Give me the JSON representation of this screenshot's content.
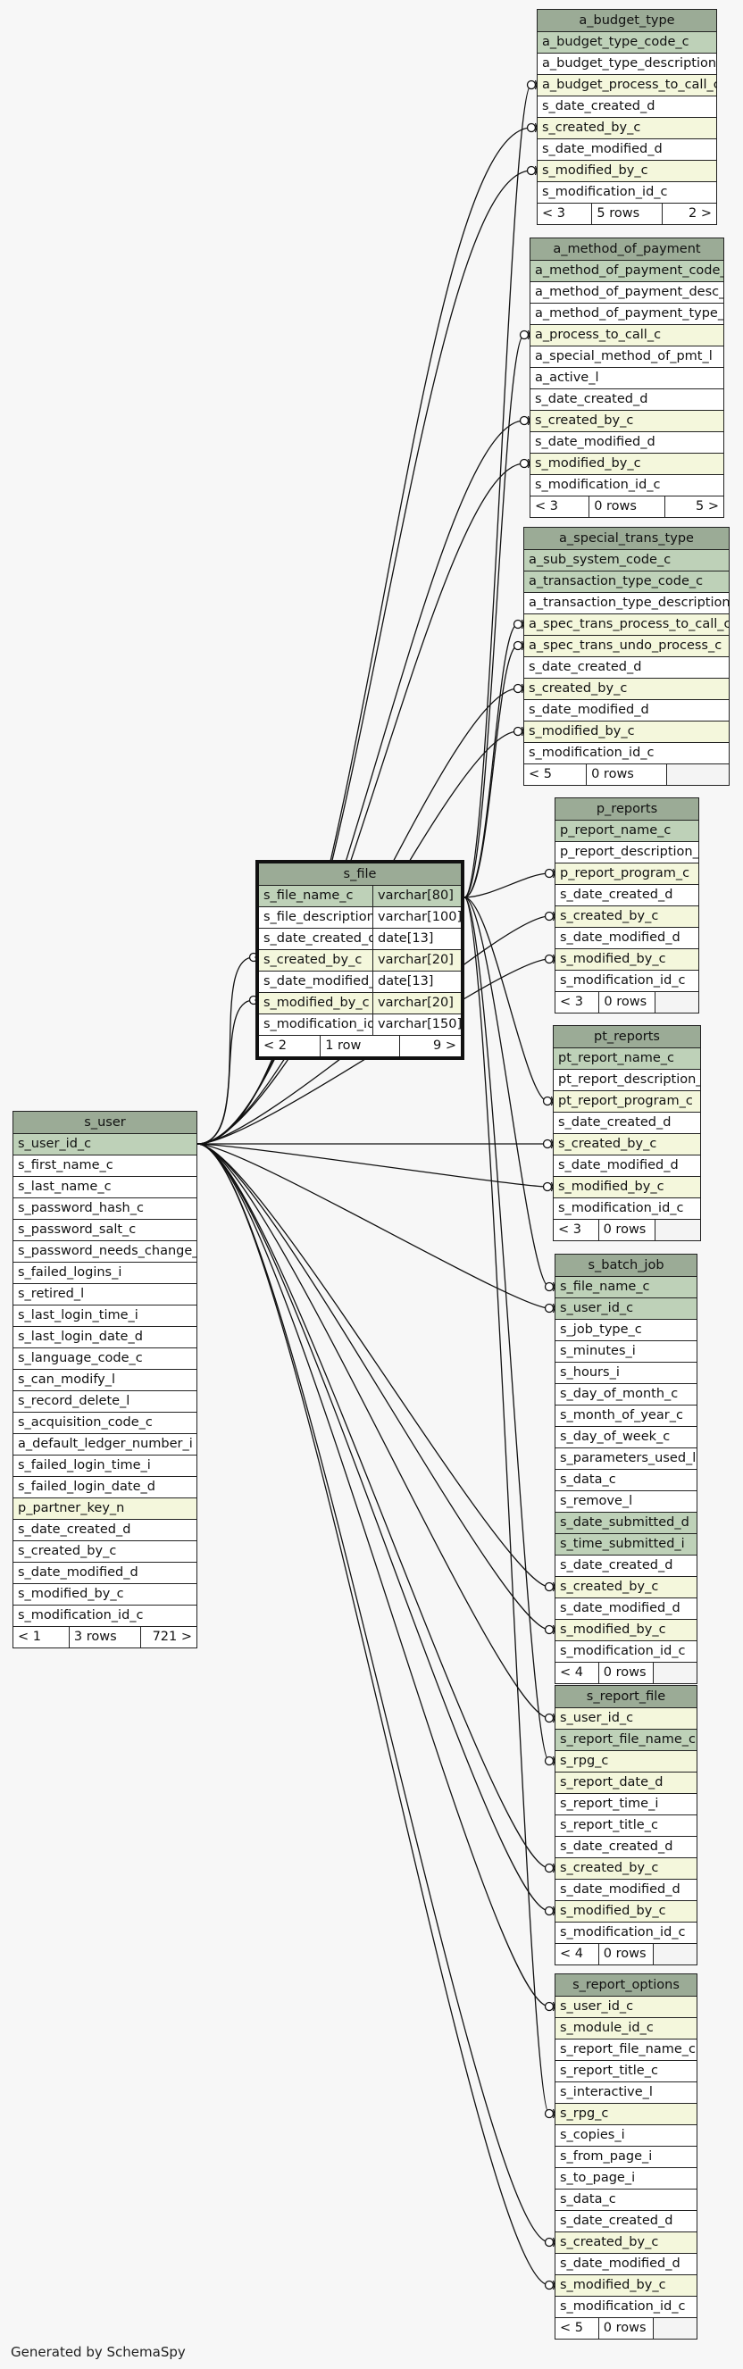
{
  "footer": {
    "generated_by": "Generated by SchemaSpy"
  },
  "tables": [
    {
      "id": "a_budget_type",
      "title": "a_budget_type",
      "rows": [
        {
          "name": "a_budget_type_code_c",
          "kind": "pk"
        },
        {
          "name": "a_budget_type_description_c",
          "kind": "plain"
        },
        {
          "name": "a_budget_process_to_call_c",
          "kind": "fk"
        },
        {
          "name": "s_date_created_d",
          "kind": "plain"
        },
        {
          "name": "s_created_by_c",
          "kind": "fk"
        },
        {
          "name": "s_date_modified_d",
          "kind": "plain"
        },
        {
          "name": "s_modified_by_c",
          "kind": "fk"
        },
        {
          "name": "s_modification_id_c",
          "kind": "plain"
        }
      ],
      "footer": [
        "< 3",
        "5 rows",
        "2 >"
      ]
    },
    {
      "id": "a_method_of_payment",
      "title": "a_method_of_payment",
      "rows": [
        {
          "name": "a_method_of_payment_code_c",
          "kind": "pk"
        },
        {
          "name": "a_method_of_payment_desc_c",
          "kind": "plain"
        },
        {
          "name": "a_method_of_payment_type_c",
          "kind": "plain"
        },
        {
          "name": "a_process_to_call_c",
          "kind": "fk"
        },
        {
          "name": "a_special_method_of_pmt_l",
          "kind": "plain"
        },
        {
          "name": "a_active_l",
          "kind": "plain"
        },
        {
          "name": "s_date_created_d",
          "kind": "plain"
        },
        {
          "name": "s_created_by_c",
          "kind": "fk"
        },
        {
          "name": "s_date_modified_d",
          "kind": "plain"
        },
        {
          "name": "s_modified_by_c",
          "kind": "fk"
        },
        {
          "name": "s_modification_id_c",
          "kind": "plain"
        }
      ],
      "footer": [
        "< 3",
        "0 rows",
        "5 >"
      ]
    },
    {
      "id": "a_special_trans_type",
      "title": "a_special_trans_type",
      "rows": [
        {
          "name": "a_sub_system_code_c",
          "kind": "pk"
        },
        {
          "name": "a_transaction_type_code_c",
          "kind": "pk"
        },
        {
          "name": "a_transaction_type_description_c",
          "kind": "plain"
        },
        {
          "name": "a_spec_trans_process_to_call_c",
          "kind": "fk"
        },
        {
          "name": "a_spec_trans_undo_process_c",
          "kind": "fk"
        },
        {
          "name": "s_date_created_d",
          "kind": "plain"
        },
        {
          "name": "s_created_by_c",
          "kind": "fk"
        },
        {
          "name": "s_date_modified_d",
          "kind": "plain"
        },
        {
          "name": "s_modified_by_c",
          "kind": "fk"
        },
        {
          "name": "s_modification_id_c",
          "kind": "plain"
        }
      ],
      "footer": [
        "< 5",
        "0 rows",
        ""
      ]
    },
    {
      "id": "p_reports",
      "title": "p_reports",
      "rows": [
        {
          "name": "p_report_name_c",
          "kind": "pk"
        },
        {
          "name": "p_report_description_c",
          "kind": "plain"
        },
        {
          "name": "p_report_program_c",
          "kind": "fk"
        },
        {
          "name": "s_date_created_d",
          "kind": "plain"
        },
        {
          "name": "s_created_by_c",
          "kind": "fk"
        },
        {
          "name": "s_date_modified_d",
          "kind": "plain"
        },
        {
          "name": "s_modified_by_c",
          "kind": "fk"
        },
        {
          "name": "s_modification_id_c",
          "kind": "plain"
        }
      ],
      "footer": [
        "< 3",
        "0 rows",
        ""
      ]
    },
    {
      "id": "s_file",
      "title": "s_file",
      "selected": true,
      "rows": [
        {
          "name": "s_file_name_c",
          "type": "varchar[80]",
          "kind": "pk"
        },
        {
          "name": "s_file_description_c",
          "type": "varchar[100]",
          "kind": "plain"
        },
        {
          "name": "s_date_created_d",
          "type": "date[13]",
          "kind": "plain"
        },
        {
          "name": "s_created_by_c",
          "type": "varchar[20]",
          "kind": "fk"
        },
        {
          "name": "s_date_modified_d",
          "type": "date[13]",
          "kind": "plain"
        },
        {
          "name": "s_modified_by_c",
          "type": "varchar[20]",
          "kind": "fk"
        },
        {
          "name": "s_modification_id_c",
          "type": "varchar[150]",
          "kind": "plain"
        }
      ],
      "footer": [
        "< 2",
        "1 row",
        "9 >"
      ]
    },
    {
      "id": "pt_reports",
      "title": "pt_reports",
      "rows": [
        {
          "name": "pt_report_name_c",
          "kind": "pk"
        },
        {
          "name": "pt_report_description_c",
          "kind": "plain"
        },
        {
          "name": "pt_report_program_c",
          "kind": "fk"
        },
        {
          "name": "s_date_created_d",
          "kind": "plain"
        },
        {
          "name": "s_created_by_c",
          "kind": "fk"
        },
        {
          "name": "s_date_modified_d",
          "kind": "plain"
        },
        {
          "name": "s_modified_by_c",
          "kind": "fk"
        },
        {
          "name": "s_modification_id_c",
          "kind": "plain"
        }
      ],
      "footer": [
        "< 3",
        "0 rows",
        ""
      ]
    },
    {
      "id": "s_user",
      "title": "s_user",
      "rows": [
        {
          "name": "s_user_id_c",
          "kind": "pk"
        },
        {
          "name": "s_first_name_c",
          "kind": "plain"
        },
        {
          "name": "s_last_name_c",
          "kind": "plain"
        },
        {
          "name": "s_password_hash_c",
          "kind": "plain"
        },
        {
          "name": "s_password_salt_c",
          "kind": "plain"
        },
        {
          "name": "s_password_needs_change_l",
          "kind": "plain"
        },
        {
          "name": "s_failed_logins_i",
          "kind": "plain"
        },
        {
          "name": "s_retired_l",
          "kind": "plain"
        },
        {
          "name": "s_last_login_time_i",
          "kind": "plain"
        },
        {
          "name": "s_last_login_date_d",
          "kind": "plain"
        },
        {
          "name": "s_language_code_c",
          "kind": "plain"
        },
        {
          "name": "s_can_modify_l",
          "kind": "plain"
        },
        {
          "name": "s_record_delete_l",
          "kind": "plain"
        },
        {
          "name": "s_acquisition_code_c",
          "kind": "plain"
        },
        {
          "name": "a_default_ledger_number_i",
          "kind": "plain"
        },
        {
          "name": "s_failed_login_time_i",
          "kind": "plain"
        },
        {
          "name": "s_failed_login_date_d",
          "kind": "plain"
        },
        {
          "name": "p_partner_key_n",
          "kind": "fk"
        },
        {
          "name": "s_date_created_d",
          "kind": "plain"
        },
        {
          "name": "s_created_by_c",
          "kind": "plain"
        },
        {
          "name": "s_date_modified_d",
          "kind": "plain"
        },
        {
          "name": "s_modified_by_c",
          "kind": "plain"
        },
        {
          "name": "s_modification_id_c",
          "kind": "plain"
        }
      ],
      "footer": [
        "< 1",
        "3 rows",
        "721 >"
      ]
    },
    {
      "id": "s_batch_job",
      "title": "s_batch_job",
      "rows": [
        {
          "name": "s_file_name_c",
          "kind": "pk"
        },
        {
          "name": "s_user_id_c",
          "kind": "pk"
        },
        {
          "name": "s_job_type_c",
          "kind": "plain"
        },
        {
          "name": "s_minutes_i",
          "kind": "plain"
        },
        {
          "name": "s_hours_i",
          "kind": "plain"
        },
        {
          "name": "s_day_of_month_c",
          "kind": "plain"
        },
        {
          "name": "s_month_of_year_c",
          "kind": "plain"
        },
        {
          "name": "s_day_of_week_c",
          "kind": "plain"
        },
        {
          "name": "s_parameters_used_l",
          "kind": "plain"
        },
        {
          "name": "s_data_c",
          "kind": "plain"
        },
        {
          "name": "s_remove_l",
          "kind": "plain"
        },
        {
          "name": "s_date_submitted_d",
          "kind": "pk"
        },
        {
          "name": "s_time_submitted_i",
          "kind": "pk"
        },
        {
          "name": "s_date_created_d",
          "kind": "plain"
        },
        {
          "name": "s_created_by_c",
          "kind": "fk"
        },
        {
          "name": "s_date_modified_d",
          "kind": "plain"
        },
        {
          "name": "s_modified_by_c",
          "kind": "fk"
        },
        {
          "name": "s_modification_id_c",
          "kind": "plain"
        }
      ],
      "footer": [
        "< 4",
        "0 rows",
        ""
      ]
    },
    {
      "id": "s_report_file",
      "title": "s_report_file",
      "rows": [
        {
          "name": "s_user_id_c",
          "kind": "fk"
        },
        {
          "name": "s_report_file_name_c",
          "kind": "pk"
        },
        {
          "name": "s_rpg_c",
          "kind": "fk"
        },
        {
          "name": "s_report_date_d",
          "kind": "fk"
        },
        {
          "name": "s_report_time_i",
          "kind": "plain"
        },
        {
          "name": "s_report_title_c",
          "kind": "plain"
        },
        {
          "name": "s_date_created_d",
          "kind": "plain"
        },
        {
          "name": "s_created_by_c",
          "kind": "fk"
        },
        {
          "name": "s_date_modified_d",
          "kind": "plain"
        },
        {
          "name": "s_modified_by_c",
          "kind": "fk"
        },
        {
          "name": "s_modification_id_c",
          "kind": "plain"
        }
      ],
      "footer": [
        "< 4",
        "0 rows",
        ""
      ]
    },
    {
      "id": "s_report_options",
      "title": "s_report_options",
      "rows": [
        {
          "name": "s_user_id_c",
          "kind": "fk"
        },
        {
          "name": "s_module_id_c",
          "kind": "fk"
        },
        {
          "name": "s_report_file_name_c",
          "kind": "plain"
        },
        {
          "name": "s_report_title_c",
          "kind": "plain"
        },
        {
          "name": "s_interactive_l",
          "kind": "plain"
        },
        {
          "name": "s_rpg_c",
          "kind": "fk"
        },
        {
          "name": "s_copies_i",
          "kind": "plain"
        },
        {
          "name": "s_from_page_i",
          "kind": "plain"
        },
        {
          "name": "s_to_page_i",
          "kind": "plain"
        },
        {
          "name": "s_data_c",
          "kind": "plain"
        },
        {
          "name": "s_date_created_d",
          "kind": "plain"
        },
        {
          "name": "s_created_by_c",
          "kind": "fk"
        },
        {
          "name": "s_date_modified_d",
          "kind": "plain"
        },
        {
          "name": "s_modified_by_c",
          "kind": "fk"
        },
        {
          "name": "s_modification_id_c",
          "kind": "plain"
        }
      ],
      "footer": [
        "< 5",
        "0 rows",
        ""
      ]
    }
  ],
  "relationships": [
    {
      "from": "s_file",
      "from_row": 0,
      "to": "a_budget_type",
      "to_row": 2
    },
    {
      "from": "s_user",
      "from_row": 0,
      "to": "a_budget_type",
      "to_row": 4
    },
    {
      "from": "s_user",
      "from_row": 0,
      "to": "a_budget_type",
      "to_row": 6
    },
    {
      "from": "s_file",
      "from_row": 0,
      "to": "a_method_of_payment",
      "to_row": 3
    },
    {
      "from": "s_user",
      "from_row": 0,
      "to": "a_method_of_payment",
      "to_row": 7
    },
    {
      "from": "s_user",
      "from_row": 0,
      "to": "a_method_of_payment",
      "to_row": 9
    },
    {
      "from": "s_file",
      "from_row": 0,
      "to": "a_special_trans_type",
      "to_row": 3
    },
    {
      "from": "s_file",
      "from_row": 0,
      "to": "a_special_trans_type",
      "to_row": 4
    },
    {
      "from": "s_user",
      "from_row": 0,
      "to": "a_special_trans_type",
      "to_row": 6
    },
    {
      "from": "s_user",
      "from_row": 0,
      "to": "a_special_trans_type",
      "to_row": 8
    },
    {
      "from": "s_file",
      "from_row": 0,
      "to": "p_reports",
      "to_row": 2
    },
    {
      "from": "s_user",
      "from_row": 0,
      "to": "p_reports",
      "to_row": 4
    },
    {
      "from": "s_user",
      "from_row": 0,
      "to": "p_reports",
      "to_row": 6
    },
    {
      "from": "s_user",
      "from_row": 0,
      "to": "s_file",
      "to_row": 3
    },
    {
      "from": "s_user",
      "from_row": 0,
      "to": "s_file",
      "to_row": 5
    },
    {
      "from": "s_file",
      "from_row": 0,
      "to": "pt_reports",
      "to_row": 2
    },
    {
      "from": "s_user",
      "from_row": 0,
      "to": "pt_reports",
      "to_row": 4
    },
    {
      "from": "s_user",
      "from_row": 0,
      "to": "pt_reports",
      "to_row": 6
    },
    {
      "from": "s_file",
      "from_row": 0,
      "to": "s_batch_job",
      "to_row": 0
    },
    {
      "from": "s_user",
      "from_row": 0,
      "to": "s_batch_job",
      "to_row": 1
    },
    {
      "from": "s_user",
      "from_row": 0,
      "to": "s_batch_job",
      "to_row": 14
    },
    {
      "from": "s_user",
      "from_row": 0,
      "to": "s_batch_job",
      "to_row": 16
    },
    {
      "from": "s_user",
      "from_row": 0,
      "to": "s_report_file",
      "to_row": 0
    },
    {
      "from": "s_file",
      "from_row": 0,
      "to": "s_report_file",
      "to_row": 2
    },
    {
      "from": "s_user",
      "from_row": 0,
      "to": "s_report_file",
      "to_row": 7
    },
    {
      "from": "s_user",
      "from_row": 0,
      "to": "s_report_file",
      "to_row": 9
    },
    {
      "from": "s_user",
      "from_row": 0,
      "to": "s_report_options",
      "to_row": 0
    },
    {
      "from": "s_file",
      "from_row": 0,
      "to": "s_report_options",
      "to_row": 5
    },
    {
      "from": "s_user",
      "from_row": 0,
      "to": "s_report_options",
      "to_row": 11
    },
    {
      "from": "s_user",
      "from_row": 0,
      "to": "s_report_options",
      "to_row": 13
    }
  ]
}
